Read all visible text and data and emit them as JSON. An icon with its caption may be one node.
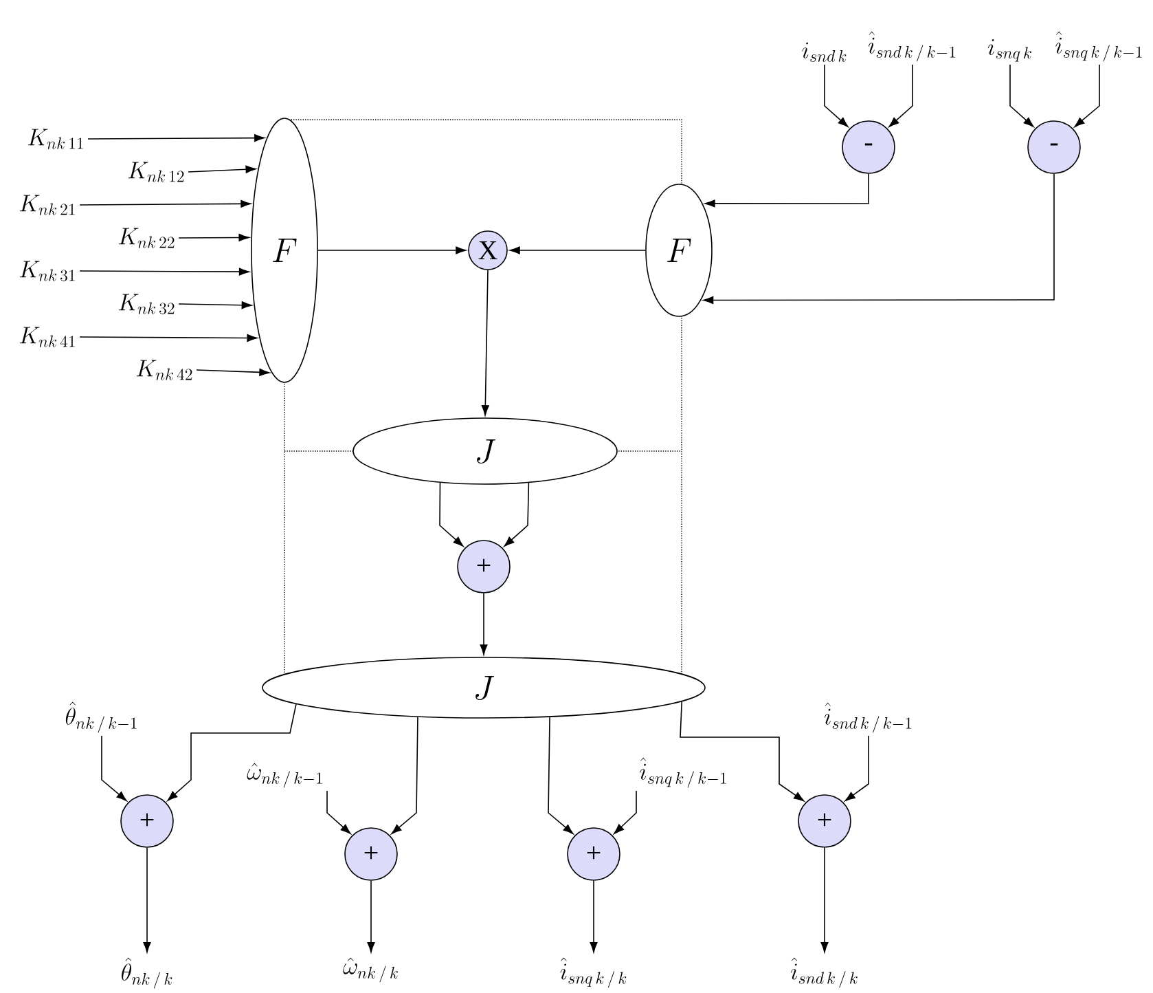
{
  "diagram": {
    "nodes": [
      {
        "text": [
          "F"
        ]
      },
      {
        "text": [
          "K_{nk\\,11}"
        ]
      },
      {
        "text": [
          "K_{nk\\,12}"
        ]
      },
      {
        "text": [
          "K_{nk\\,21}"
        ]
      },
      {
        "text": [
          "K_{nk\\,22}"
        ]
      },
      {
        "text": [
          "K_{nk\\,31}"
        ]
      },
      {
        "text": [
          "K_{nk\\,32}"
        ]
      },
      {
        "text": [
          "K_{nk\\,41}"
        ]
      },
      {
        "text": [
          "K_{nk\\,42}"
        ]
      },
      {
        "text": [
          "X"
        ]
      },
      {
        "text": [
          "F"
        ]
      },
      {
        "text": [
          "i_{snd\\,k}"
        ]
      },
      {
        "text": [
          "\\hat{i}_{snd\\,k\\,/\\,k-1}"
        ]
      },
      {
        "text": [
          "i_{snq\\,k}"
        ]
      },
      {
        "text": [
          "\\hat{i}_{snq\\,k\\,/\\,k-1}"
        ]
      },
      {
        "text": [
          "-"
        ]
      },
      {
        "text": [
          "-"
        ]
      },
      {
        "text": [
          "J"
        ]
      },
      {
        "text": [
          "+"
        ]
      },
      {
        "text": [
          "J"
        ]
      },
      {
        "text": [
          "\\hat{\\theta}_{nk\\,/\\,k-1}"
        ]
      },
      {
        "text": [
          "+"
        ]
      },
      {
        "text": [
          "\\hat{\\theta}_{nk\\,/\\,k}"
        ]
      },
      {
        "text": [
          "\\hat{\\omega}_{nk\\,/\\,k-1}"
        ]
      },
      {
        "text": [
          "+"
        ]
      },
      {
        "text": [
          "\\hat{\\omega}_{nk\\,/\\,k}"
        ]
      },
      {
        "text": [
          "\\hat{i}_{snq\\,k\\,/\\,k-1}"
        ]
      },
      {
        "text": [
          "+"
        ]
      },
      {
        "text": [
          "\\hat{i}_{snq\\,k\\,/\\,k}"
        ]
      },
      {
        "text": [
          "\\hat{i}_{snd\\,k\\,/\\,k-1}"
        ]
      },
      {
        "text": [
          "+"
        ]
      },
      {
        "text": [
          "\\hat{i}_{snd\\,k\\,/\\,k}"
        ]
      }
    ],
    "edges": [
      {
        "from": 1,
        "to": 0,
        "arrow": "to"
      },
      {
        "from": 2,
        "to": 0,
        "arrow": "to"
      },
      {
        "from": 3,
        "to": 0,
        "arrow": "to"
      },
      {
        "from": 4,
        "to": 0,
        "arrow": "to"
      },
      {
        "from": 5,
        "to": 0,
        "arrow": "to"
      },
      {
        "from": 6,
        "to": 0,
        "arrow": "to"
      },
      {
        "from": 7,
        "to": 0,
        "arrow": "to"
      },
      {
        "from": 8,
        "to": 0,
        "arrow": "to"
      },
      {
        "from": 0,
        "to": 9,
        "arrow": "to"
      },
      {
        "from": 10,
        "to": 9,
        "arrow": "to"
      },
      {
        "from": 9,
        "to": 17,
        "arrow": "to"
      },
      {
        "from": 11,
        "to": 15,
        "arrow": "to"
      },
      {
        "from": 12,
        "to": 15,
        "arrow": "to"
      },
      {
        "from": 13,
        "to": 16,
        "arrow": "to"
      },
      {
        "from": 14,
        "to": 16,
        "arrow": "to"
      },
      {
        "from": 15,
        "to": 10,
        "arrow": "to"
      },
      {
        "from": 16,
        "to": 10,
        "arrow": "to"
      },
      {
        "from": 17,
        "to": 18,
        "arrow": "to"
      },
      {
        "from": 17,
        "to": 18,
        "arrow": "to"
      },
      {
        "from": 18,
        "to": 19,
        "arrow": "to"
      },
      {
        "from": 19,
        "to": 21,
        "arrow": "to"
      },
      {
        "from": 20,
        "to": 21,
        "arrow": "to"
      },
      {
        "from": 21,
        "to": 22,
        "arrow": "to"
      },
      {
        "from": 23,
        "to": 24,
        "arrow": "to"
      },
      {
        "from": 19,
        "to": 24,
        "arrow": "to"
      },
      {
        "from": 24,
        "to": 25,
        "arrow": "to"
      },
      {
        "from": 19,
        "to": 27,
        "arrow": "to"
      },
      {
        "from": 26,
        "to": 27,
        "arrow": "to"
      },
      {
        "from": 27,
        "to": 28,
        "arrow": "to"
      },
      {
        "from": 19,
        "to": 30,
        "arrow": "to"
      },
      {
        "from": 29,
        "to": 30,
        "arrow": "to"
      },
      {
        "from": 30,
        "to": 31,
        "arrow": "to"
      }
    ]
  }
}
